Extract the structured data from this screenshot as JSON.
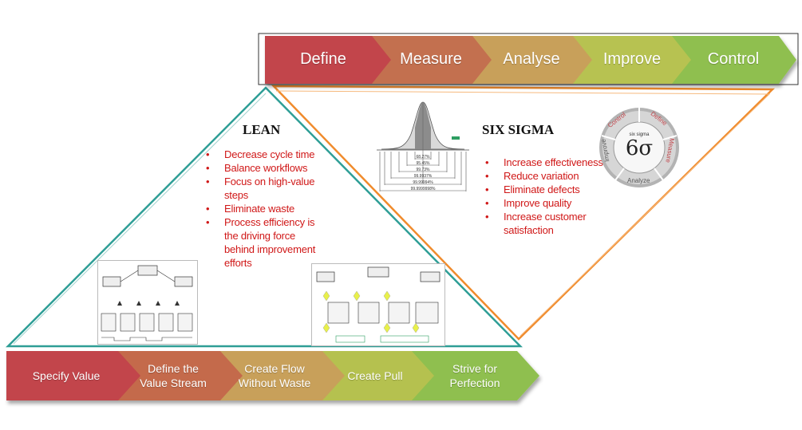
{
  "top_phases": [
    "Define",
    "Measure",
    "Analyse",
    "Improve",
    "Control"
  ],
  "top_colors": [
    "#c2454b",
    "#c3704f",
    "#c8a05a",
    "#b7c251",
    "#8fbf4f"
  ],
  "bottom_steps": [
    "Specify Value",
    "Define the Value Stream",
    "Create Flow Without Waste",
    "Create Pull",
    "Strive for Perfection"
  ],
  "bottom_colors": [
    "#c2454b",
    "#c46a4c",
    "#c8a05a",
    "#b5c150",
    "#8fbf4f"
  ],
  "lean": {
    "title": "LEAN",
    "bullets": [
      "Decrease cycle time",
      "Balance workflows",
      "Focus on high-value steps",
      "Eliminate waste",
      "Process efficiency is the driving force behind improvement efforts"
    ],
    "line_color": "#2e9e96"
  },
  "six_sigma": {
    "title": "SIX SIGMA",
    "bullets": [
      "Increase effectiveness",
      "Reduce variation",
      "Eliminate defects",
      "Improve quality",
      "Increase customer satisfaction"
    ],
    "line_color": "#f08b2c"
  },
  "sigma_logo": {
    "symbol": "6σ",
    "caption": "six sigma",
    "ring_labels": [
      "Control",
      "Define",
      "Measure",
      "Analyze",
      "Improve"
    ]
  },
  "bell_curve": {
    "percent_labels": [
      "68.27%",
      "95.45%",
      "99.73%",
      "99.9937%",
      "99.99994%",
      "99.9999998%"
    ]
  }
}
